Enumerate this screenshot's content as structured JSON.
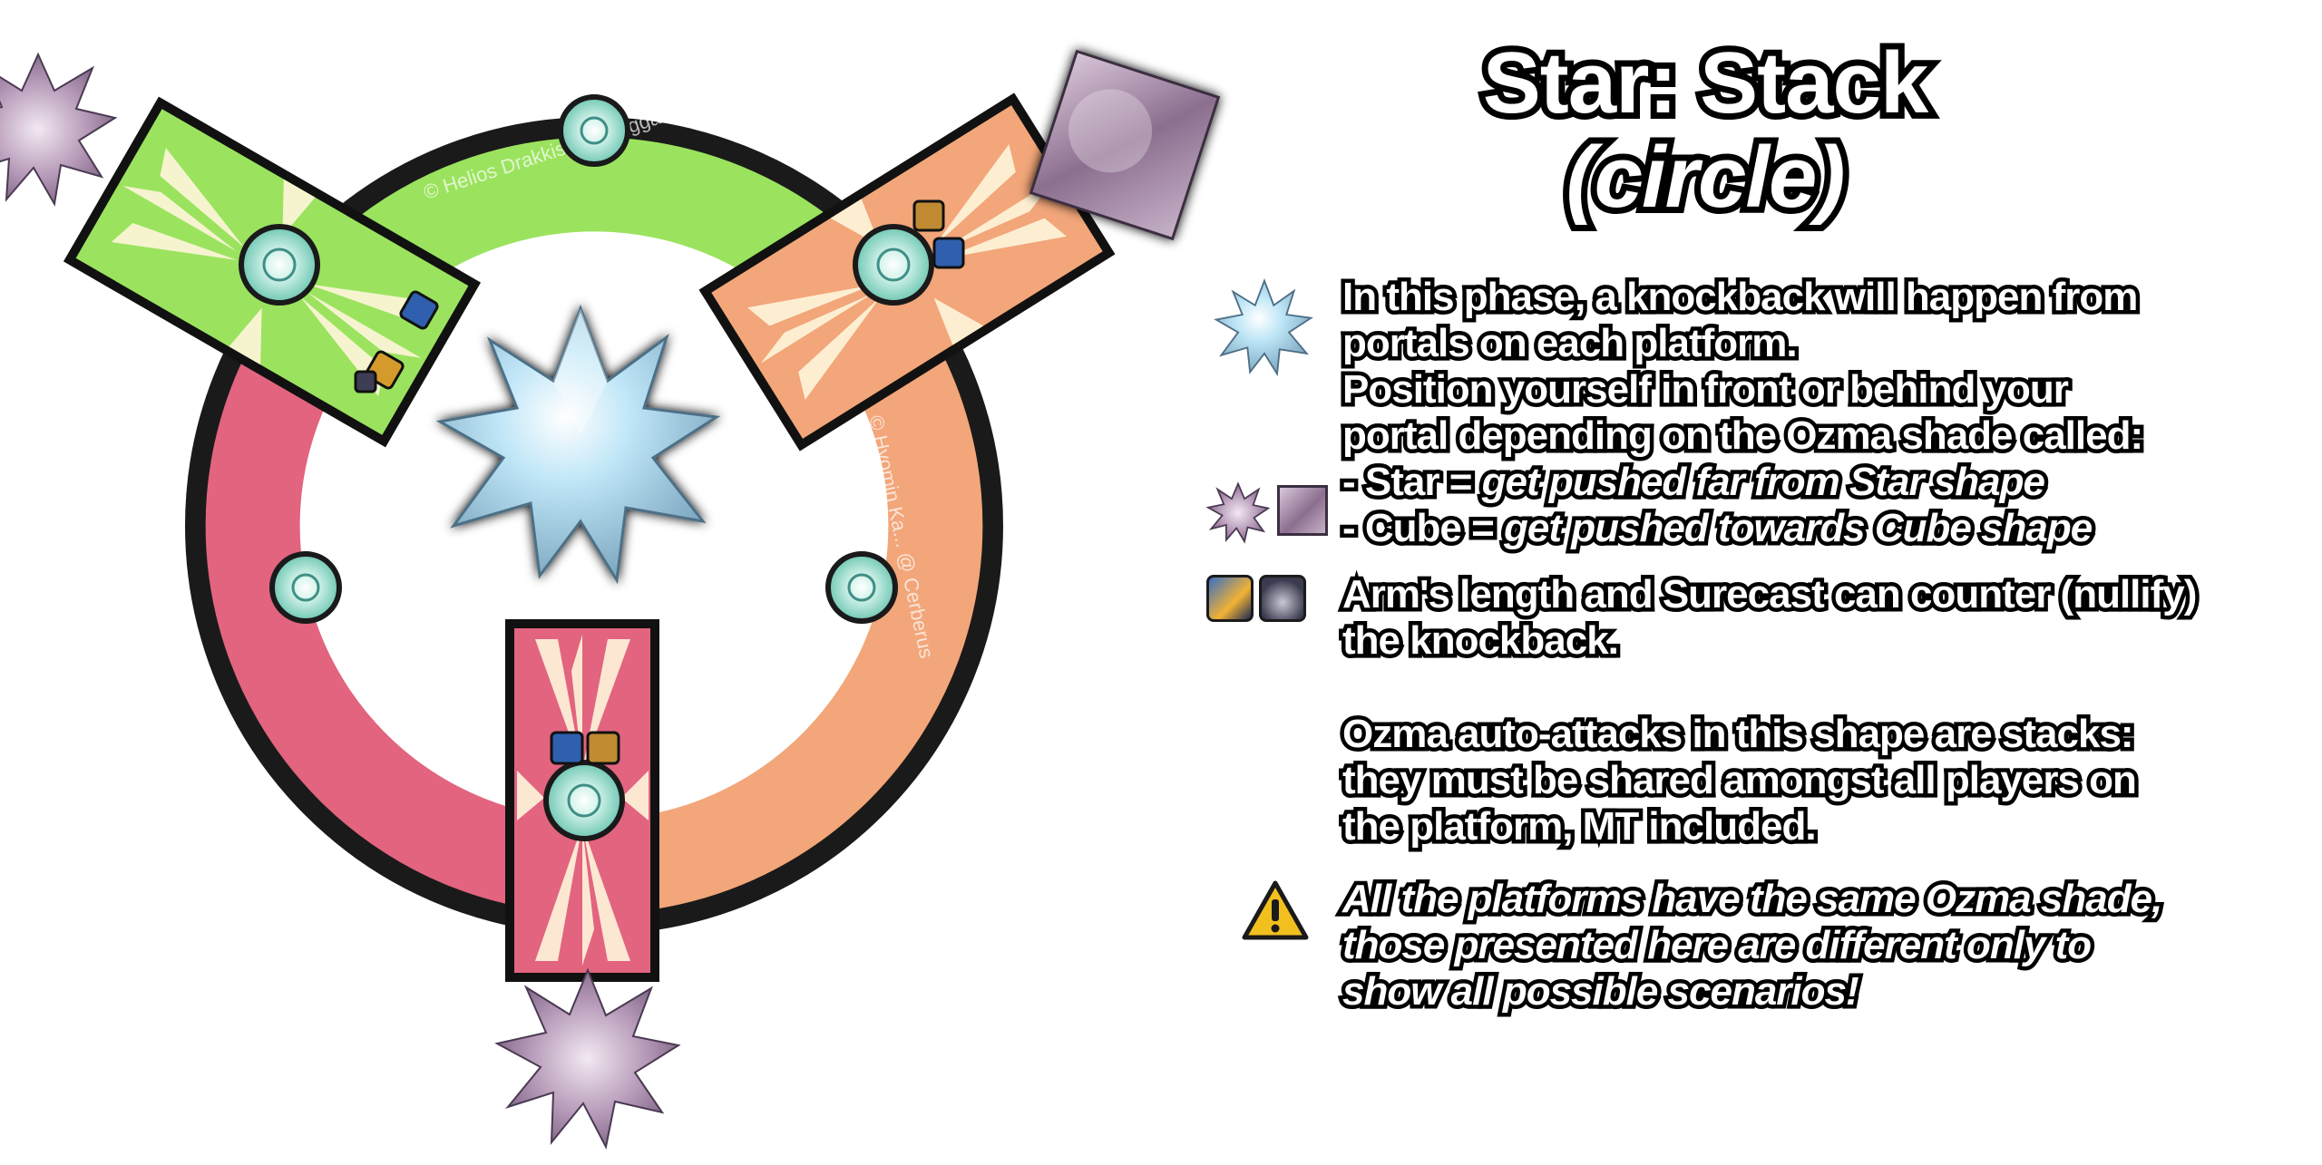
{
  "title": {
    "main": "Star: Stack",
    "sub": "(circle)"
  },
  "explanation": {
    "intro_lines": [
      "In this phase, a knockback will happen from",
      "portals on each platform.",
      "Position yourself in front or behind your",
      "portal depending on the Ozma shade called:"
    ],
    "star_rule": {
      "prefix": "- Star = ",
      "text": "get pushed far from Star shape"
    },
    "cube_rule": {
      "prefix": "- Cube = ",
      "text": "get pushed towards Cube shape"
    },
    "counter_lines": [
      "Arm's length and Surecast can counter (nullify)",
      "the knockback."
    ],
    "stack_lines": [
      "Ozma auto-attacks in this shape are stacks:",
      "they must be shared amongst all players on",
      "the platform, MT included."
    ],
    "warning_lines": [
      "All the platforms have the same Ozma shade,",
      "those presented here are different only to",
      "show all possible scenarios!"
    ]
  },
  "watermarks": {
    "green": "© Helios Drakkis @ Spriggan",
    "orange": "© Hyomin Ka... @ Cerberus"
  },
  "icons": {
    "star_shade": "star-shade-icon",
    "cube_shade": "cube-shade-icon",
    "arms_length": "arms-length-icon",
    "surecast": "surecast-icon",
    "warning": "warning-icon",
    "portal": "portal-icon"
  },
  "colors": {
    "green_platform": "#8fe05a",
    "orange_platform": "#f0a374",
    "pink_platform": "#e0607e",
    "portal": "#8fd9c8",
    "warning": "#f2c01e"
  }
}
